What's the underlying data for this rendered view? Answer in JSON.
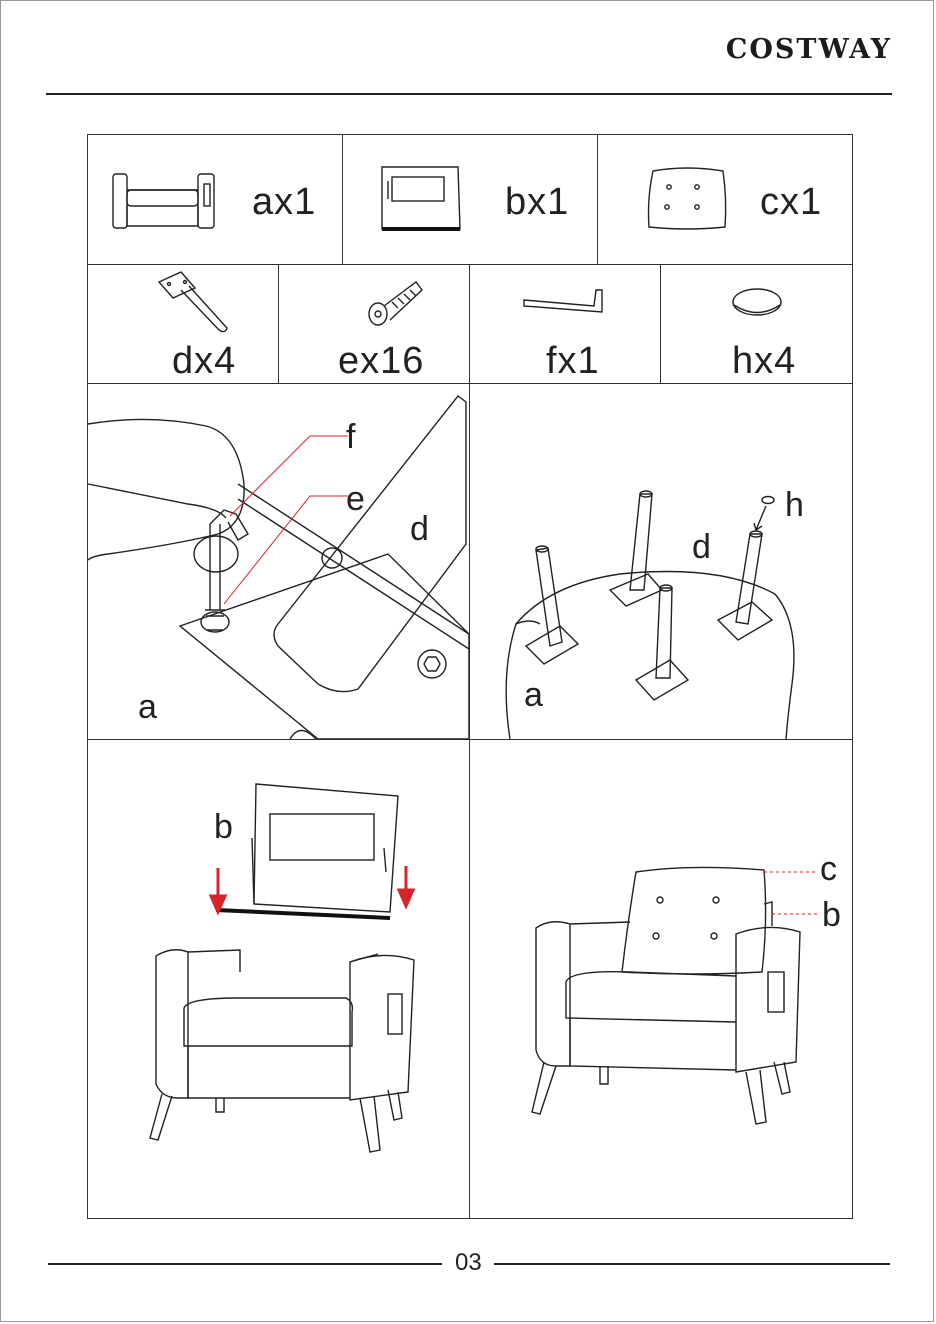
{
  "header": {
    "brand": "COSTWAY"
  },
  "parts_row_1": [
    {
      "label": "ax1",
      "icon": "seat-frame-icon"
    },
    {
      "label": "bx1",
      "icon": "backrest-icon"
    },
    {
      "label": "cx1",
      "icon": "cushion-icon"
    }
  ],
  "parts_row_2": [
    {
      "label": "dx4",
      "icon": "leg-icon"
    },
    {
      "label": "ex16",
      "icon": "bolt-icon"
    },
    {
      "label": "fx1",
      "icon": "allen-key-icon"
    },
    {
      "label": "hx4",
      "icon": "foot-pad-icon"
    }
  ],
  "step1": {
    "label_f": "f",
    "label_e": "e",
    "label_d": "d",
    "label_a": "a"
  },
  "step2": {
    "label_h": "h",
    "label_d": "d",
    "label_a": "a"
  },
  "step3": {
    "label_b": "b",
    "arrow_color": "#d8232a"
  },
  "step4": {
    "label_c": "c",
    "label_b": "b",
    "leader_color": "#d8232a"
  },
  "footer": {
    "page_number": "03"
  }
}
